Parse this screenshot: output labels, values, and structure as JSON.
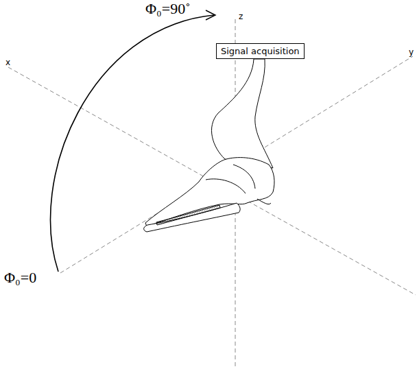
{
  "diagram": {
    "nodes": [
      {
        "text": [
          "Signal acquisition"
        ]
      }
    ],
    "labels": [
      "Φ₀=90˚",
      "z",
      "x",
      "y",
      "Φ₀=0"
    ]
  }
}
